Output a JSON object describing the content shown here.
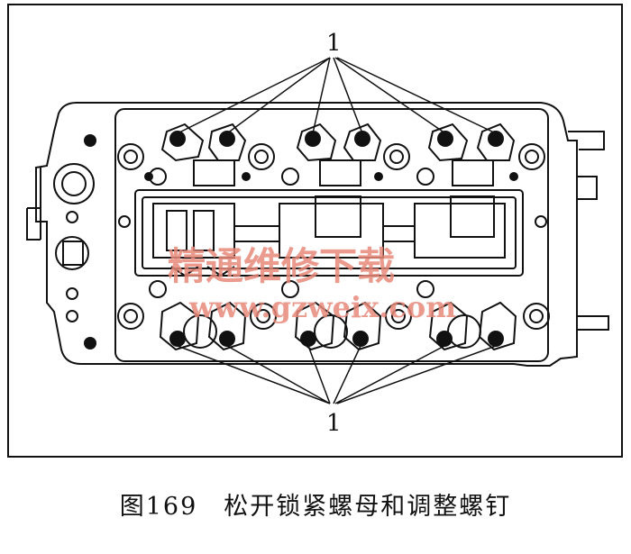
{
  "figure": {
    "caption": "图169　松开锁紧螺母和调整螺钉",
    "callout_top": "1",
    "callout_bottom": "1"
  },
  "watermark": {
    "cn_text": "精通维修下载",
    "url_text": "www.gzweix.com",
    "color": "#e88a7a"
  },
  "colors": {
    "ink": "#111111",
    "paper": "#ffffff"
  }
}
